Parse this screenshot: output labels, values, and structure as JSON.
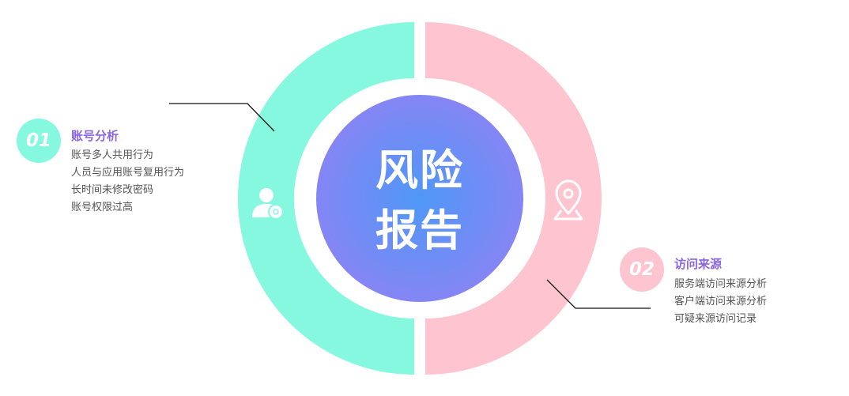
{
  "center": {
    "line1": "风险",
    "line2": "报告"
  },
  "sections": [
    {
      "number": "01",
      "title": "账号分析",
      "items": [
        "账号多人共用行为",
        "人员与应用账号复用行为",
        "长时间未修改密码",
        "账号权限过高"
      ]
    },
    {
      "number": "02",
      "title": "访问来源",
      "items": [
        "服务端访问来源分析",
        "客户端访问来源分析",
        "可疑来源访问记录"
      ]
    }
  ],
  "colors": {
    "left_ring": "#86f8e0",
    "right_ring": "#fec4d0",
    "center_gradient_start": "#4f97f6",
    "center_gradient_end": "#8a84f4",
    "section_title": "#8b65e0",
    "body_text": "#555555"
  },
  "icons": {
    "left_segment": "user-group-icon",
    "right_segment": "location-pin-icon"
  }
}
